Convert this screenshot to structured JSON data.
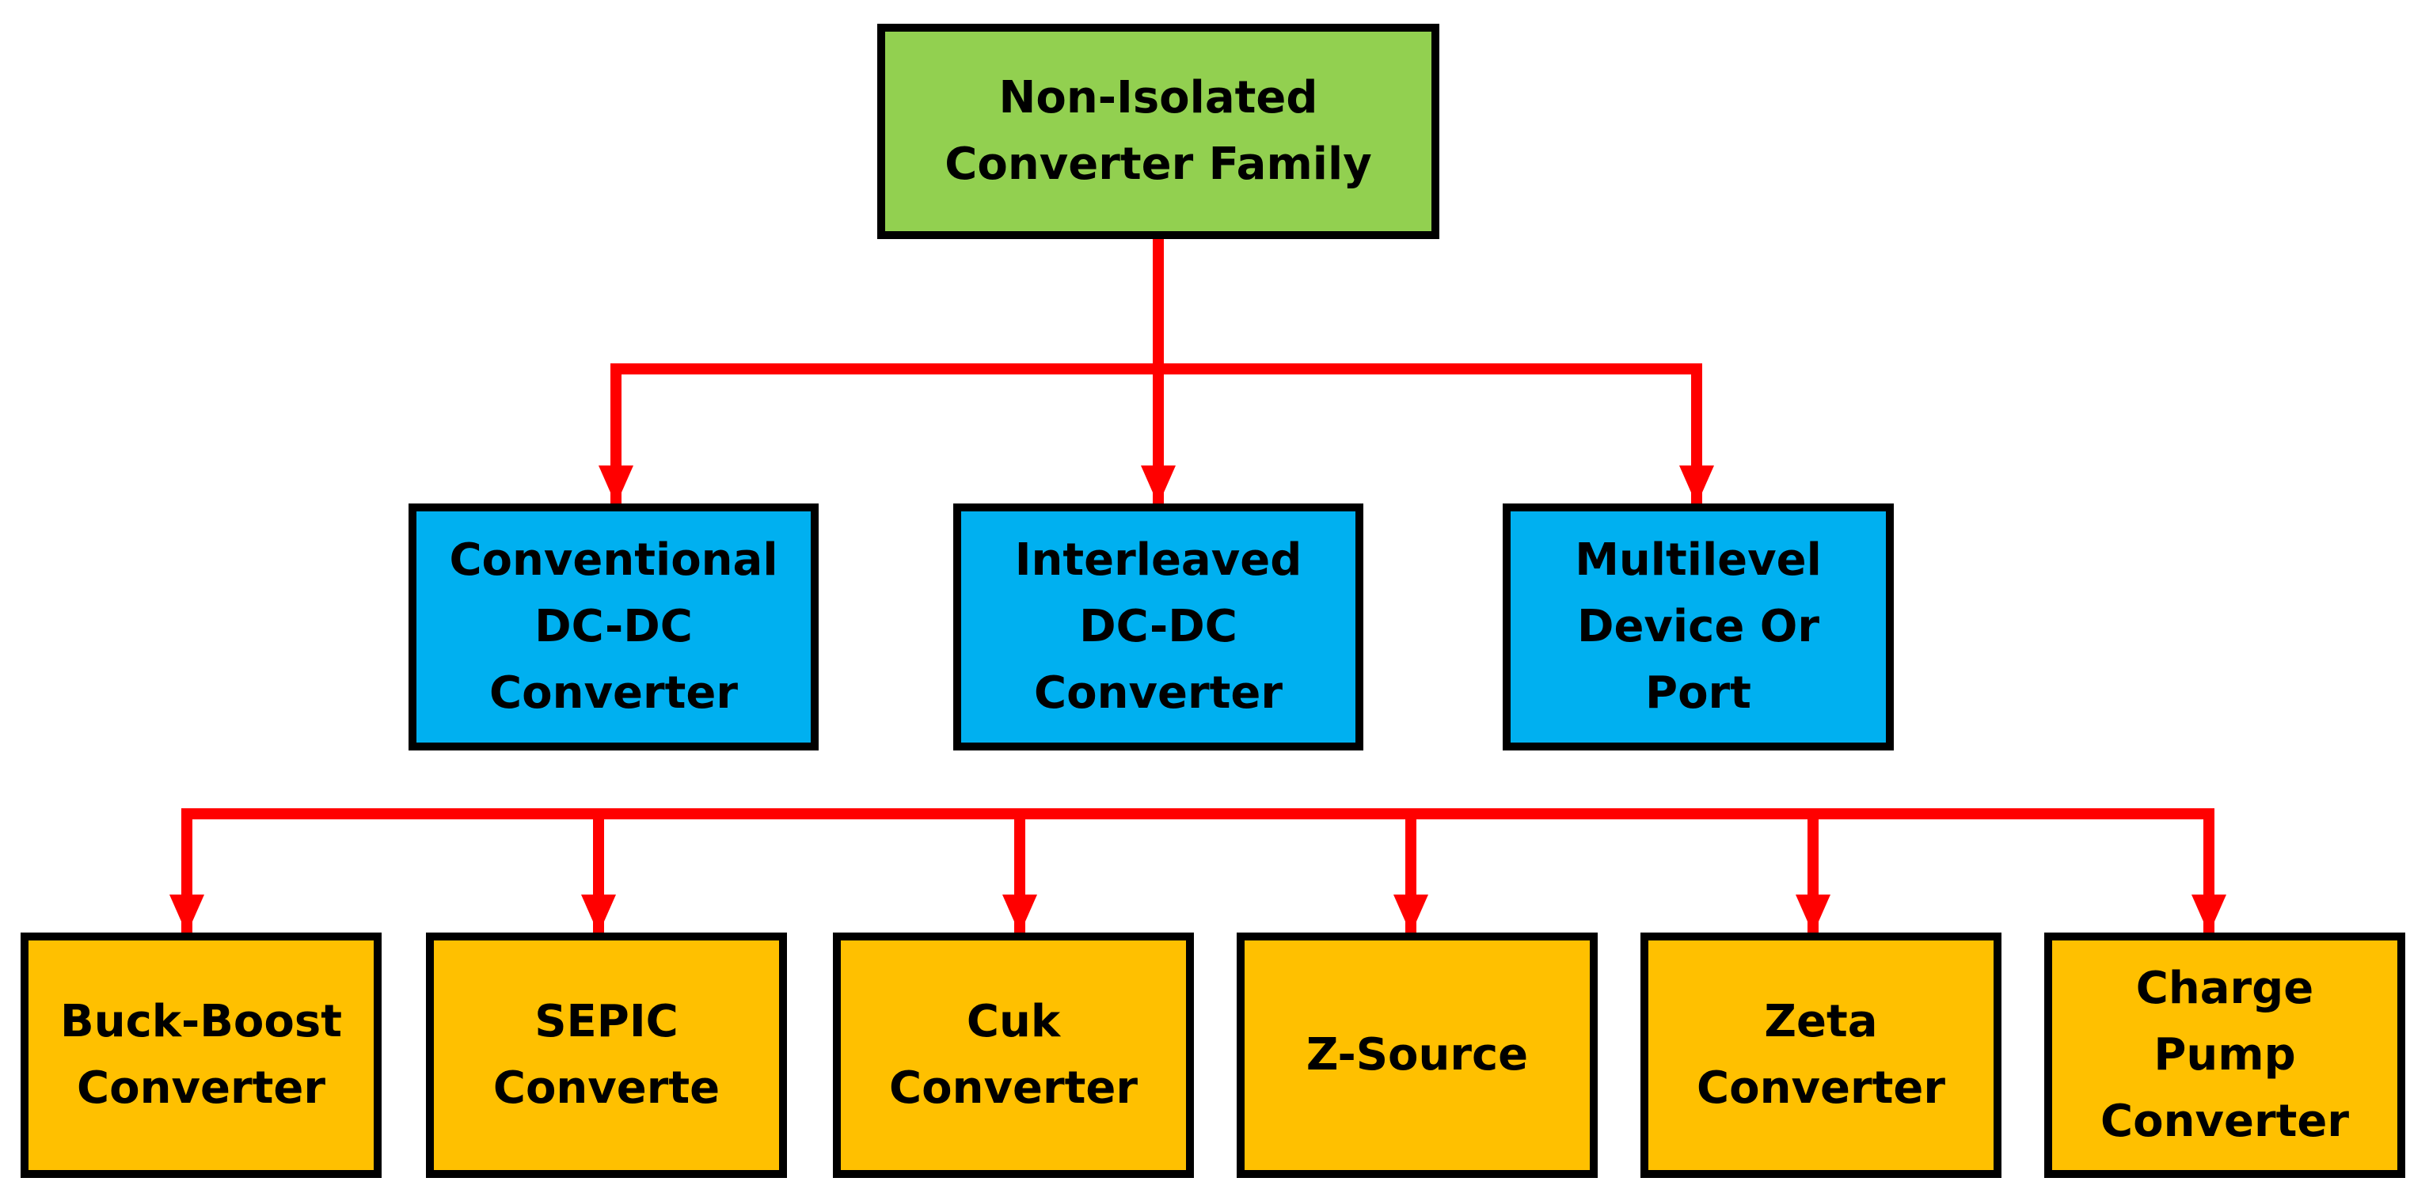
{
  "colors": {
    "root_fill": "#92d050",
    "category_fill": "#00b0f0",
    "leaf_fill": "#ffc000",
    "connector": "#ff0000",
    "border": "#000000"
  },
  "root": {
    "label": "Non-Isolated\nConverter Family"
  },
  "categories": [
    {
      "label": "Conventional\nDC-DC\nConverter"
    },
    {
      "label": "Interleaved\nDC-DC\nConverter"
    },
    {
      "label": "Multilevel\nDevice Or\nPort"
    }
  ],
  "topologies": [
    {
      "label": "Buck-Boost\nConverter"
    },
    {
      "label": "SEPIC\nConverte"
    },
    {
      "label": "Cuk\nConverter"
    },
    {
      "label": "Z-Source"
    },
    {
      "label": "Zeta\nConverter"
    },
    {
      "label": "Charge\nPump\nConverter"
    }
  ]
}
